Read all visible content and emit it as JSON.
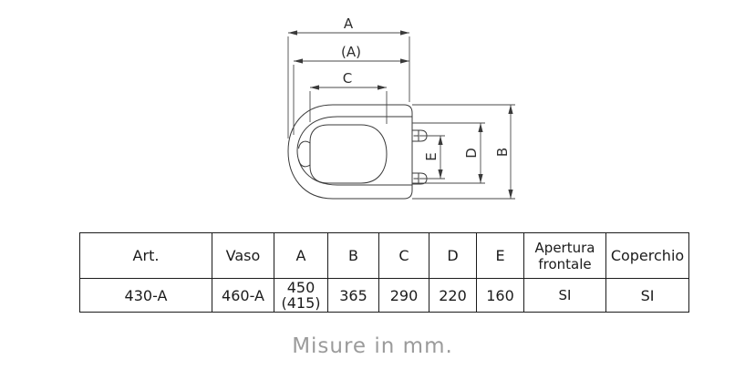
{
  "drawing": {
    "labels": {
      "a": "A",
      "a_alt": "(A)",
      "c": "C",
      "e": "E",
      "d": "D",
      "b": "B"
    },
    "line_color": "#3a3a3a"
  },
  "table": {
    "headers": [
      "Art.",
      "Vaso",
      "A",
      "B",
      "C",
      "D",
      "E",
      "Apertura frontale",
      "Coperchio"
    ],
    "row": {
      "art": "430-A",
      "vaso": "460-A",
      "a_line1": "450",
      "a_line2": "(415)",
      "b": "365",
      "c": "290",
      "d": "220",
      "e": "160",
      "apertura_frontale": "SI",
      "coperchio": "SI"
    }
  },
  "caption": "Misure in mm."
}
